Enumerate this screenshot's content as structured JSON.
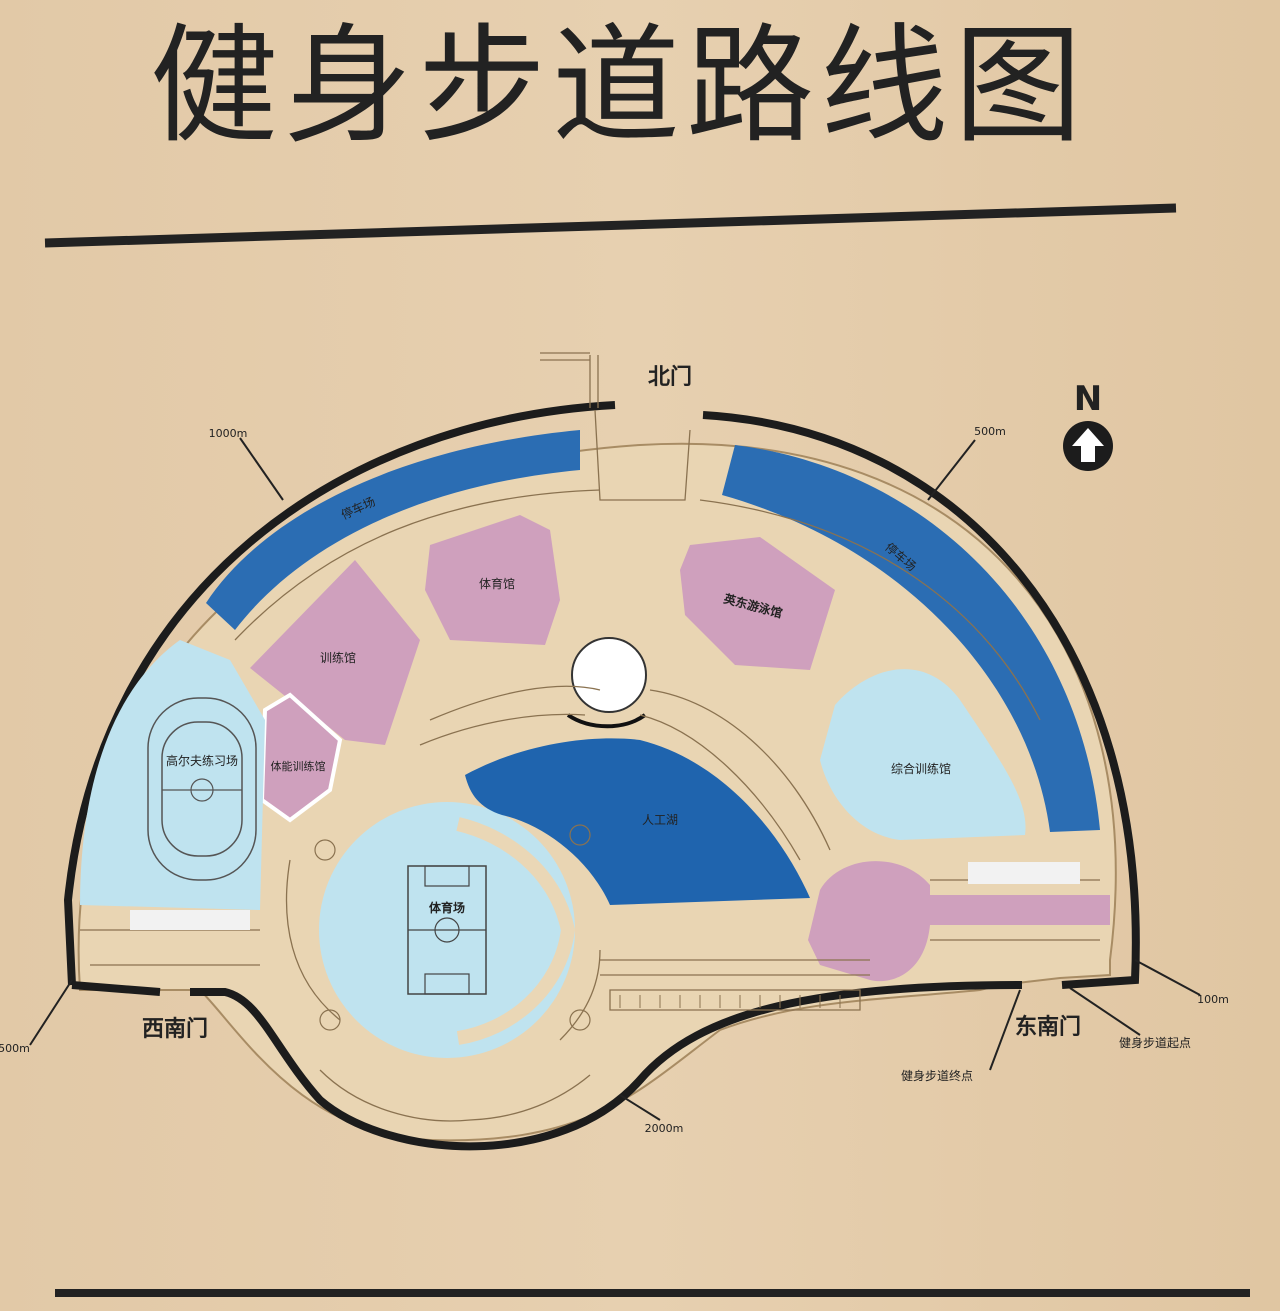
{
  "title": "健身步道路线图",
  "gates": {
    "north": "北门",
    "southwest": "西南门",
    "southeast": "东南门"
  },
  "compass": {
    "letter": "N",
    "icon": "north-arrow-icon"
  },
  "distance_markers": {
    "m100": "100m",
    "m500_east": "500m",
    "m1000": "1000m",
    "m2000": "2000m",
    "m500_west": "500m"
  },
  "route_points": {
    "start": "健身步道起点",
    "end": "健身步道终点"
  },
  "areas": {
    "parking_west": "停车场",
    "parking_east": "停车场",
    "gymnasium": "体育馆",
    "swimming": "英东游泳馆",
    "training_hall": "训练馆",
    "fitness_training": "体能训练馆",
    "golf": "高尔夫练习场",
    "comprehensive": "综合训练馆",
    "lake": "人工湖",
    "stadium": "体育场"
  },
  "colors": {
    "board": "#e4ccac",
    "path": "#e9d5b3",
    "parking": "#2b6db3",
    "lake": "#1f64ae",
    "building_pink": "#cfa0bd",
    "light_blue": "#bfe3ef",
    "outline": "#222222"
  }
}
